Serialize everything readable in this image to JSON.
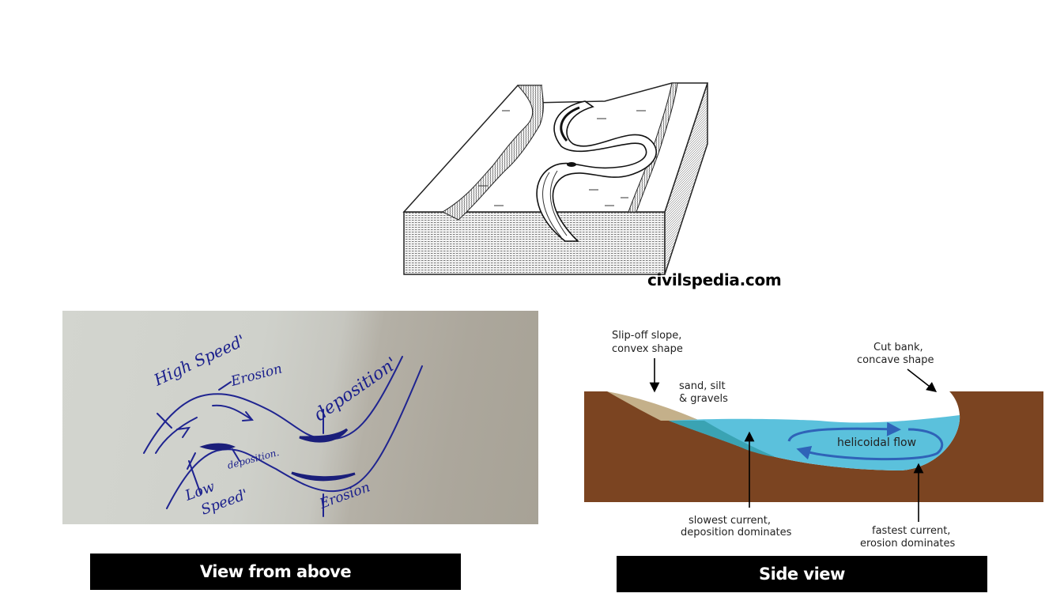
{
  "watermark": "civilspedia.com",
  "block_diagram": {
    "title": "Meandering river valley block diagram",
    "description": "Isometric sketch of a river meander within a valley with steep walls and layered sediment base"
  },
  "view_from_above": {
    "caption": "View from above",
    "annotations": {
      "high_speed": "High Speed'",
      "erosion_top": "Erosion",
      "deposition_right": "deposition'",
      "deposition_small": "deposition.",
      "low_speed_1": "Low",
      "low_speed_2": "Speed'",
      "erosion_bottom": "Erosion"
    }
  },
  "side_view": {
    "caption": "Side view",
    "labels": {
      "slip_off_1": "Slip-off slope,",
      "slip_off_2": "convex shape",
      "sand_1": "sand, silt",
      "sand_2": "& gravels",
      "cut_bank_1": "Cut bank,",
      "cut_bank_2": "concave shape",
      "flow": "helicoidal flow",
      "slowest_1": "slowest current,",
      "slowest_2": "deposition dominates",
      "fastest_1": "fastest current,",
      "fastest_2": "erosion dominates"
    },
    "colors": {
      "earth": "#7b4421",
      "sediment": "#c4b08a",
      "water": "#5bc1dc",
      "water_shallow": "#3aa3b3",
      "flow_arrow": "#2f63b8"
    }
  }
}
